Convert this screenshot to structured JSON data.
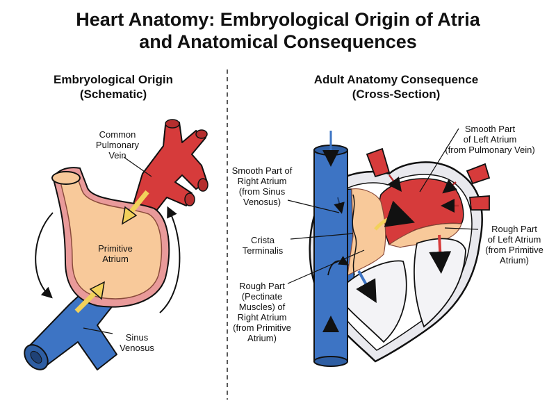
{
  "title": {
    "line1": "Heart Anatomy: Embryological Origin of Atria",
    "line2": "and Anatomical Consequences"
  },
  "left_panel": {
    "heading_line1": "Embryological Origin",
    "heading_line2": "(Schematic)",
    "labels": {
      "common_pulmonary_vein": [
        "Common",
        "Pulmonary",
        "Vein"
      ],
      "primitive_atrium": [
        "Primitive",
        "Atrium"
      ],
      "sinus_venosus": [
        "Sinus",
        "Venosus"
      ]
    }
  },
  "right_panel": {
    "heading_line1": "Adult Anatomy Consequence",
    "heading_line2": "(Cross-Section)",
    "labels": {
      "smooth_right": [
        "Smooth Part of",
        "Right Atrium",
        "(from Sinus",
        "Venosus)"
      ],
      "crista": [
        "Crista",
        "Terminalis"
      ],
      "rough_right": [
        "Rough Part",
        "(Pectinate",
        "Muscles) of",
        "Right Atrium",
        "(from Primitive",
        "Atrium)"
      ],
      "smooth_left": [
        "Smooth Part",
        "of Left Atrium",
        "(from Pulmonary Vein)"
      ],
      "rough_left": [
        "Rough Part",
        "of Left Atrium",
        "(from Primitive",
        "Atrium)"
      ]
    }
  },
  "colors": {
    "vein_red": "#d63b3b",
    "venous_blue": "#3d74c4",
    "atrium_peach": "#f8c99a",
    "atrium_outline_pink": "#e99a9a",
    "arrow_yellow": "#f2d15b",
    "heart_gray": "#e9e9ee"
  }
}
